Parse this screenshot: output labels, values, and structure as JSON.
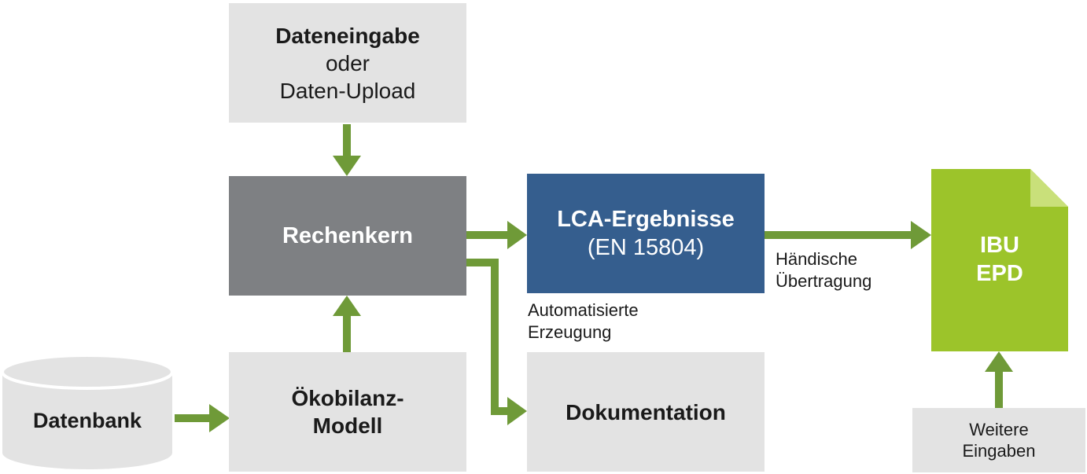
{
  "colors": {
    "arrow": "#6f9a38",
    "light_box": "#e3e3e3",
    "rechenkern": "#7e8083",
    "lca": "#355e8e",
    "epd": "#9cc42a",
    "epd_fold": "#c9e07a"
  },
  "diagram": {
    "input": {
      "line1": "Dateneingabe",
      "line2": "oder",
      "line3": "Daten-Upload"
    },
    "rechenkern": {
      "label": "Rechenkern"
    },
    "lca": {
      "title": "LCA-Ergebnisse",
      "subtitle": "(EN 15804)"
    },
    "datenbank": {
      "label": "Datenbank"
    },
    "oekobilanz": {
      "line1": "Ökobilanz-",
      "line2": "Modell"
    },
    "dokumentation": {
      "label": "Dokumentation"
    },
    "epd": {
      "line1": "IBU",
      "line2": "EPD"
    },
    "weitere": {
      "line1": "Weitere",
      "line2": "Eingaben"
    },
    "labels": {
      "auto_line1": "Automatisierte",
      "auto_line2": "Erzeugung",
      "manual_line1": "Händische",
      "manual_line2": "Übertragung"
    }
  }
}
